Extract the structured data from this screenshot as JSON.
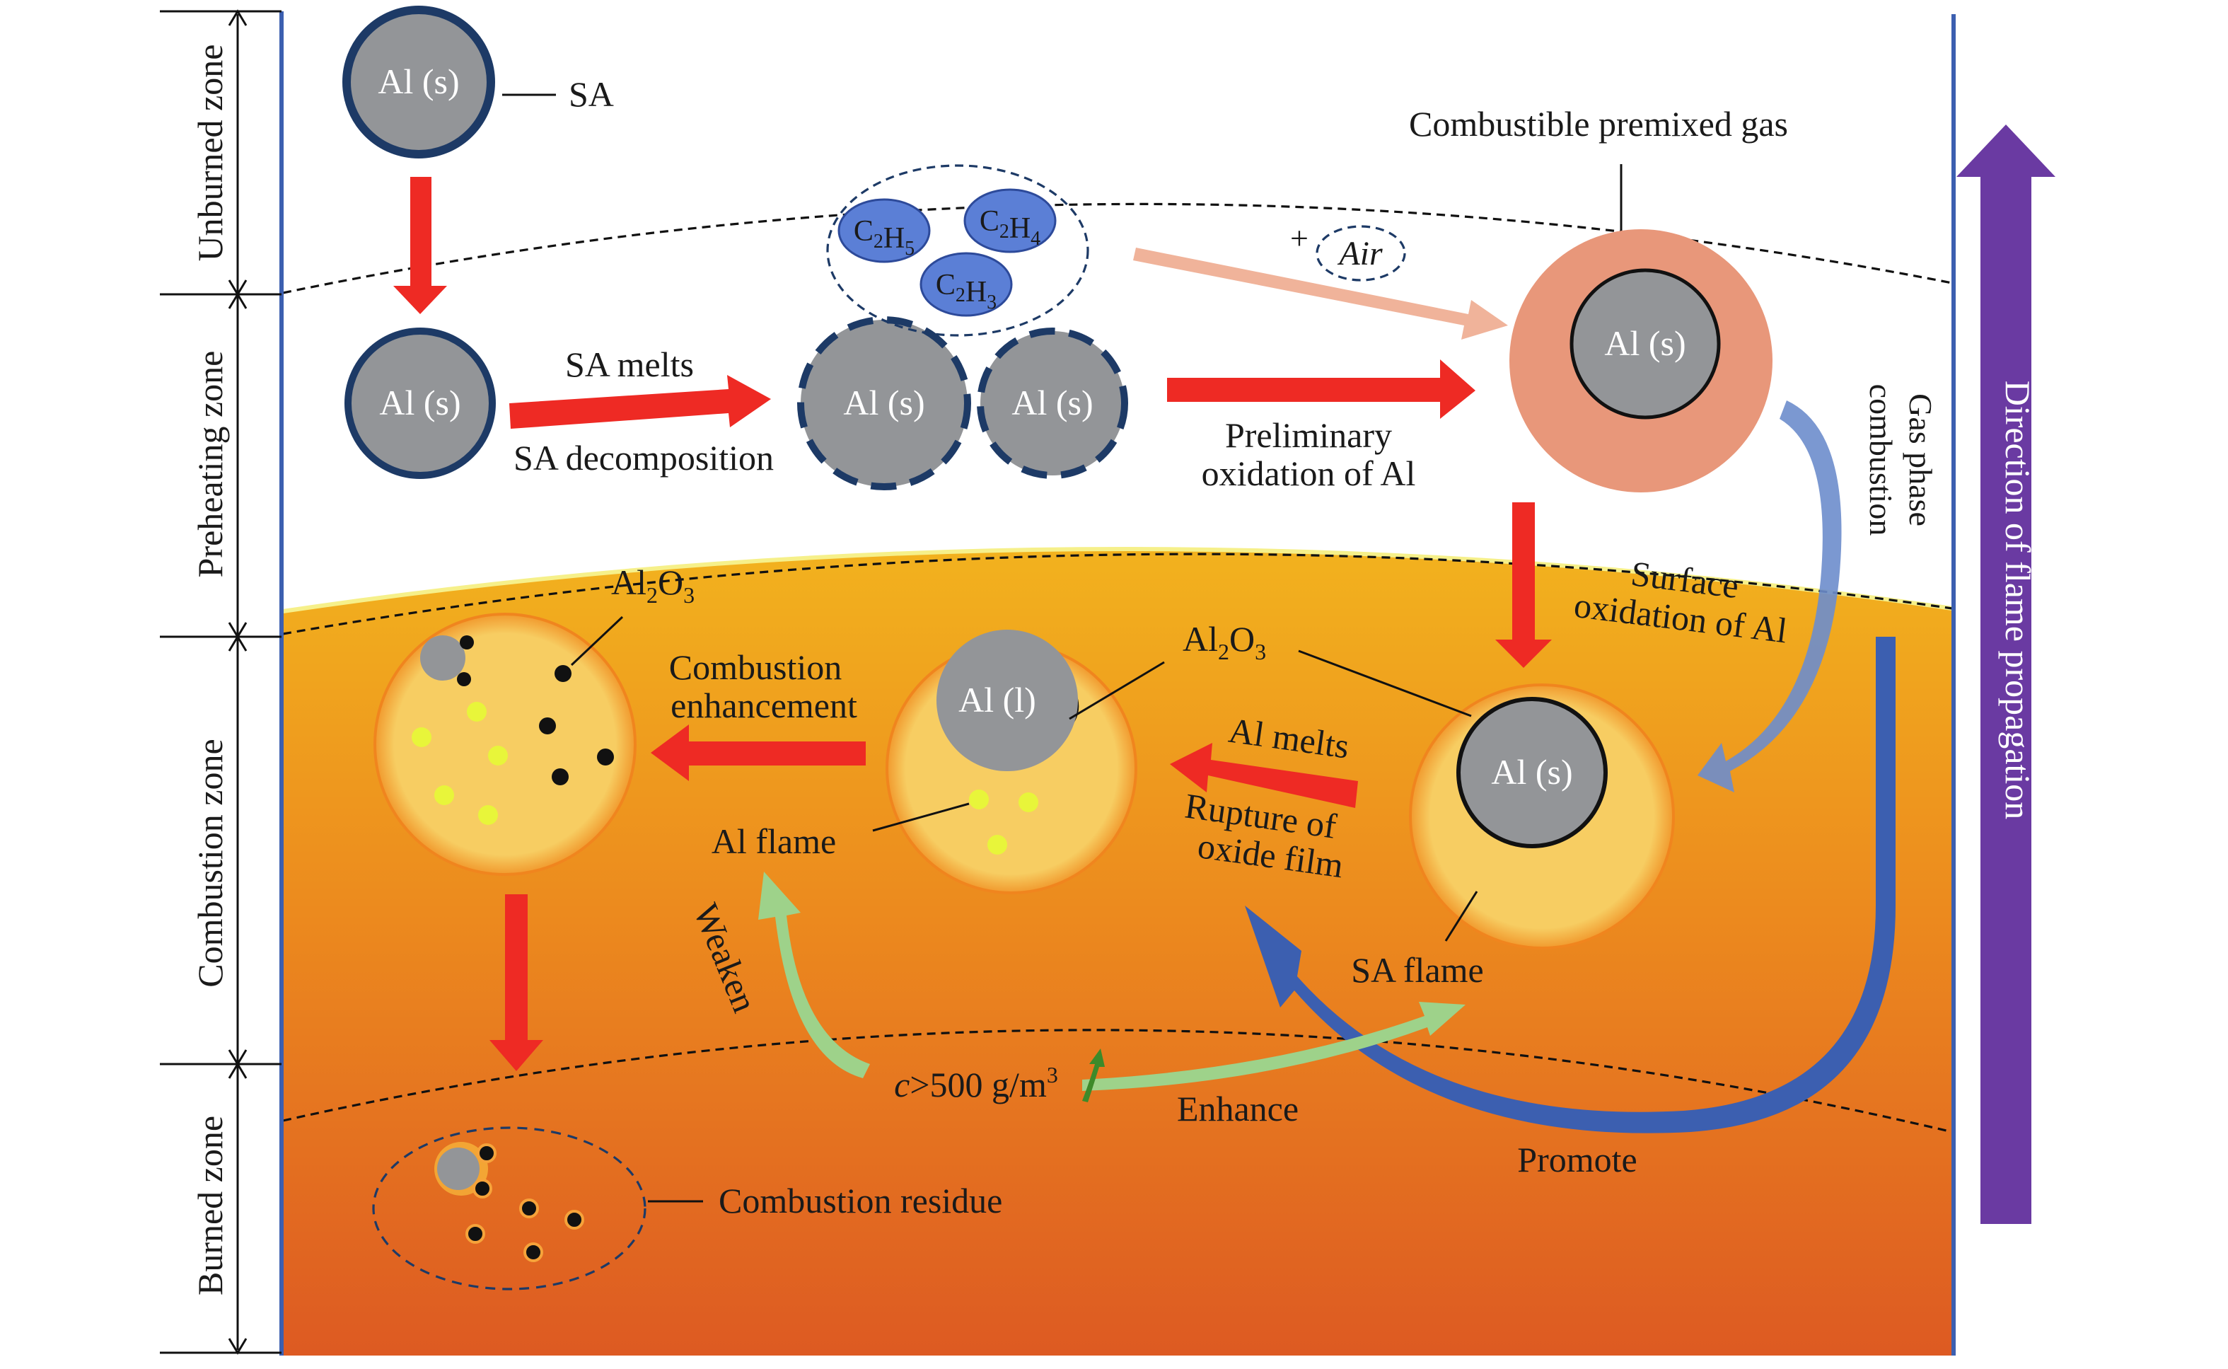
{
  "zones": {
    "unburned": "Unburned zone",
    "preheating": "Preheating zone",
    "combustion": "Combustion zone",
    "burned": "Burned zone"
  },
  "particles": {
    "al_solid": "Al (s)",
    "al_liquid": "Al (l)"
  },
  "labels": {
    "sa": "SA",
    "combustible_gas": "Combustible premixed gas",
    "air": "Air",
    "plus": "+",
    "sa_melts": "SA melts",
    "sa_decomposition": "SA decomposition",
    "preliminary_oxidation_1": "Preliminary",
    "preliminary_oxidation_2": "oxidation of Al",
    "gas_phase_1": "Gas phase",
    "gas_phase_2": "combustion",
    "surface_oxidation_1": "Surface",
    "surface_oxidation_2": "oxidation of Al",
    "al2o3": "Al2O3",
    "al_melts": "Al melts",
    "rupture_1": "Rupture of",
    "rupture_2": "oxide film",
    "combustion_enh_1": "Combustion",
    "combustion_enh_2": "enhancement",
    "al_flame": "Al flame",
    "sa_flame": "SA flame",
    "weaken": "Weaken",
    "enhance": "Enhance",
    "promote": "Promote",
    "concentration": "c>500 g/m³",
    "combustion_residue": "Combustion residue",
    "flame_direction": "Direction of flame propagation"
  },
  "molecules": {
    "c2h5": "C2H5",
    "c2h4": "C2H4",
    "c2h3": "C2H3"
  },
  "colors": {
    "arrow_red": "#ee2a24",
    "purple_arrow": "#6a3aa2",
    "particle_grey": "#939598",
    "particle_rim": "#1d3a66",
    "molecule_blue": "#5b7fd6",
    "gas_salmon": "#e8977a",
    "flame_yellow": "#f4c75a",
    "green_arrow": "#9ed28a",
    "blue_arrow": "#4466bb"
  }
}
